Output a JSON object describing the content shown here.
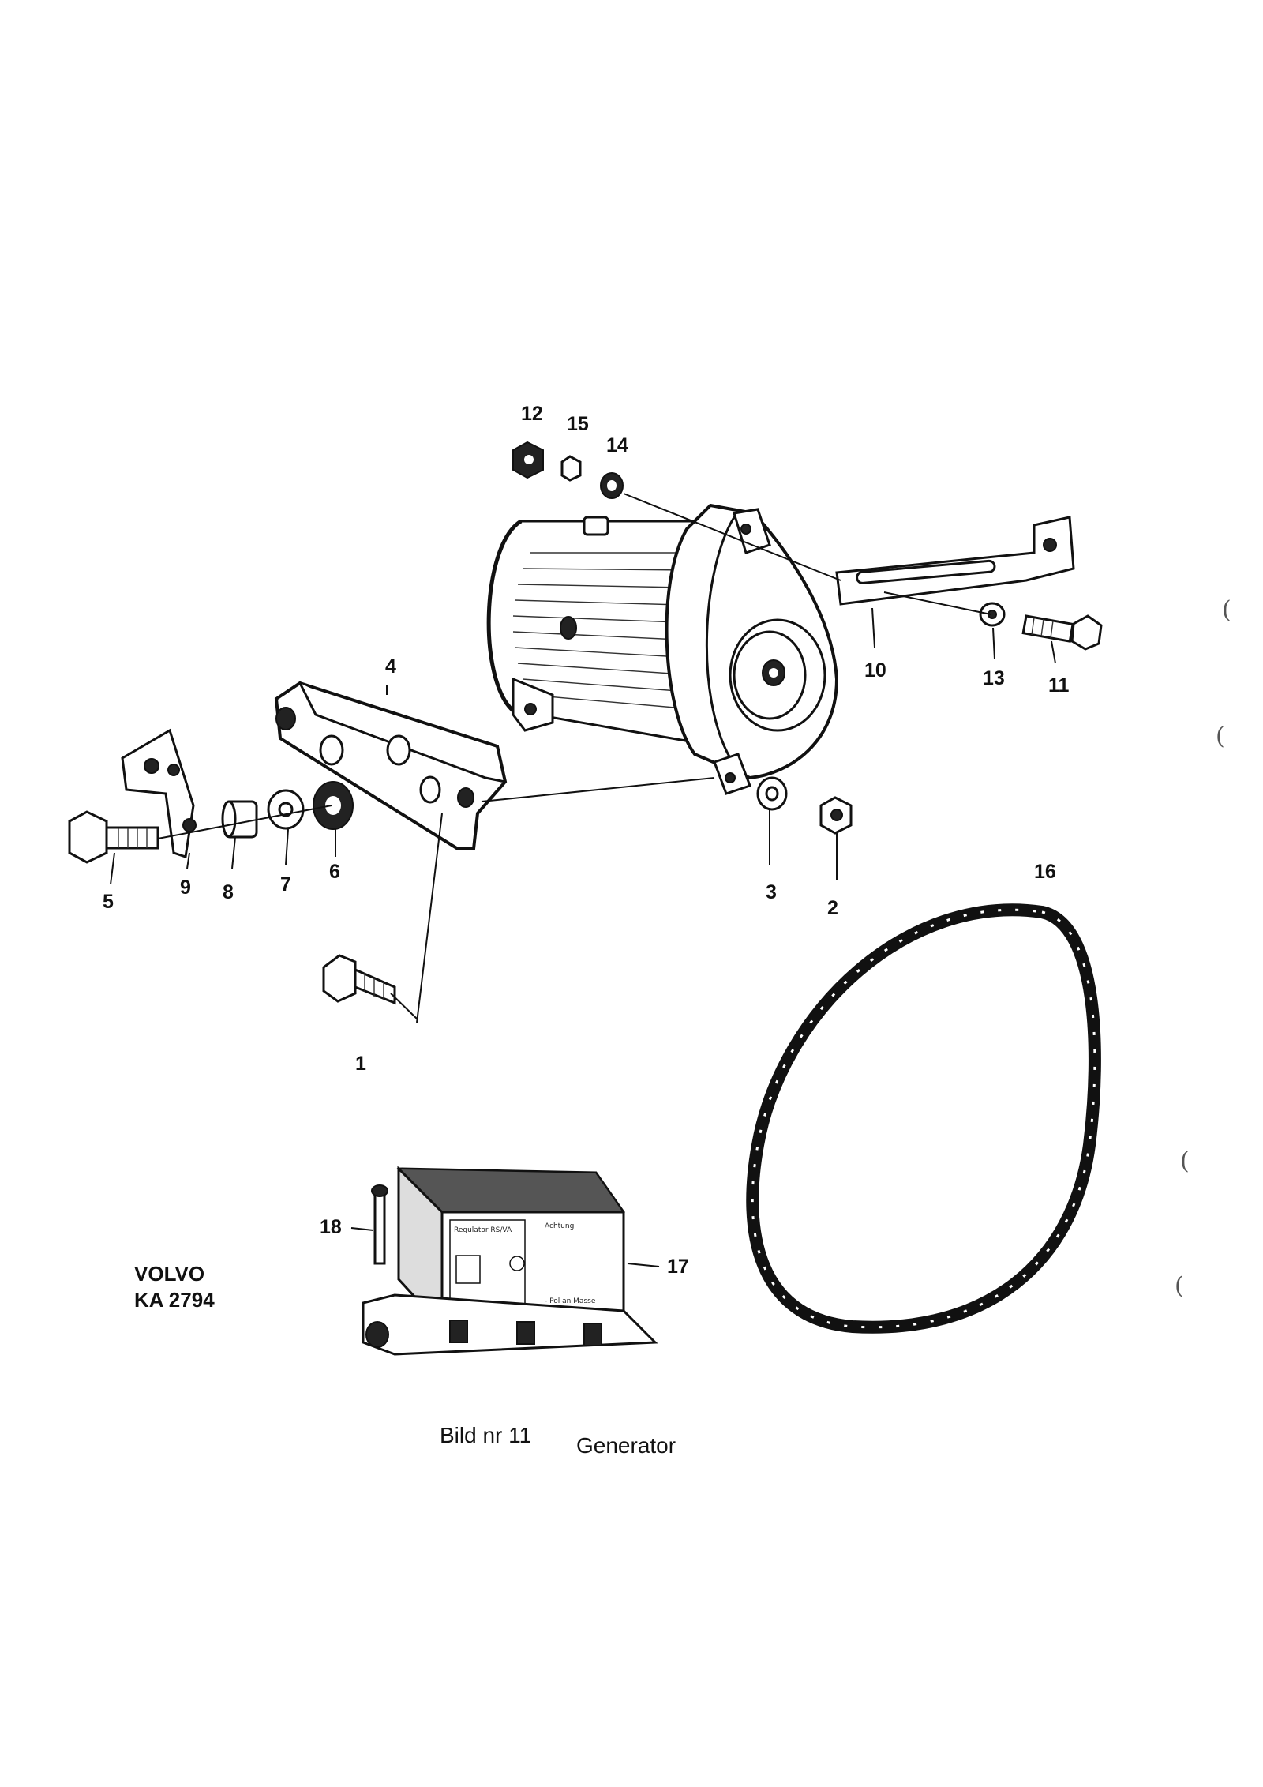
{
  "diagram": {
    "callouts": [
      {
        "id": "1",
        "label": "1"
      },
      {
        "id": "2",
        "label": "2"
      },
      {
        "id": "3",
        "label": "3"
      },
      {
        "id": "4",
        "label": "4"
      },
      {
        "id": "5",
        "label": "5"
      },
      {
        "id": "6",
        "label": "6"
      },
      {
        "id": "7",
        "label": "7"
      },
      {
        "id": "8",
        "label": "8"
      },
      {
        "id": "9",
        "label": "9"
      },
      {
        "id": "10",
        "label": "10"
      },
      {
        "id": "11",
        "label": "11"
      },
      {
        "id": "12",
        "label": "12"
      },
      {
        "id": "13",
        "label": "13"
      },
      {
        "id": "14",
        "label": "14"
      },
      {
        "id": "15",
        "label": "15"
      },
      {
        "id": "16",
        "label": "16"
      },
      {
        "id": "17",
        "label": "17"
      },
      {
        "id": "18",
        "label": "18"
      }
    ],
    "maker_line1": "VOLVO",
    "maker_line2": "KA 2794",
    "caption_figure": "Bild nr 11",
    "caption_title": "Generator",
    "regulator_label_header": "Regulator RS/VA",
    "regulator_label_warning": "Achtung",
    "regulator_label_pol": "- Pol an Masse",
    "margin_marks": [
      "(",
      "(",
      "(",
      "("
    ]
  }
}
